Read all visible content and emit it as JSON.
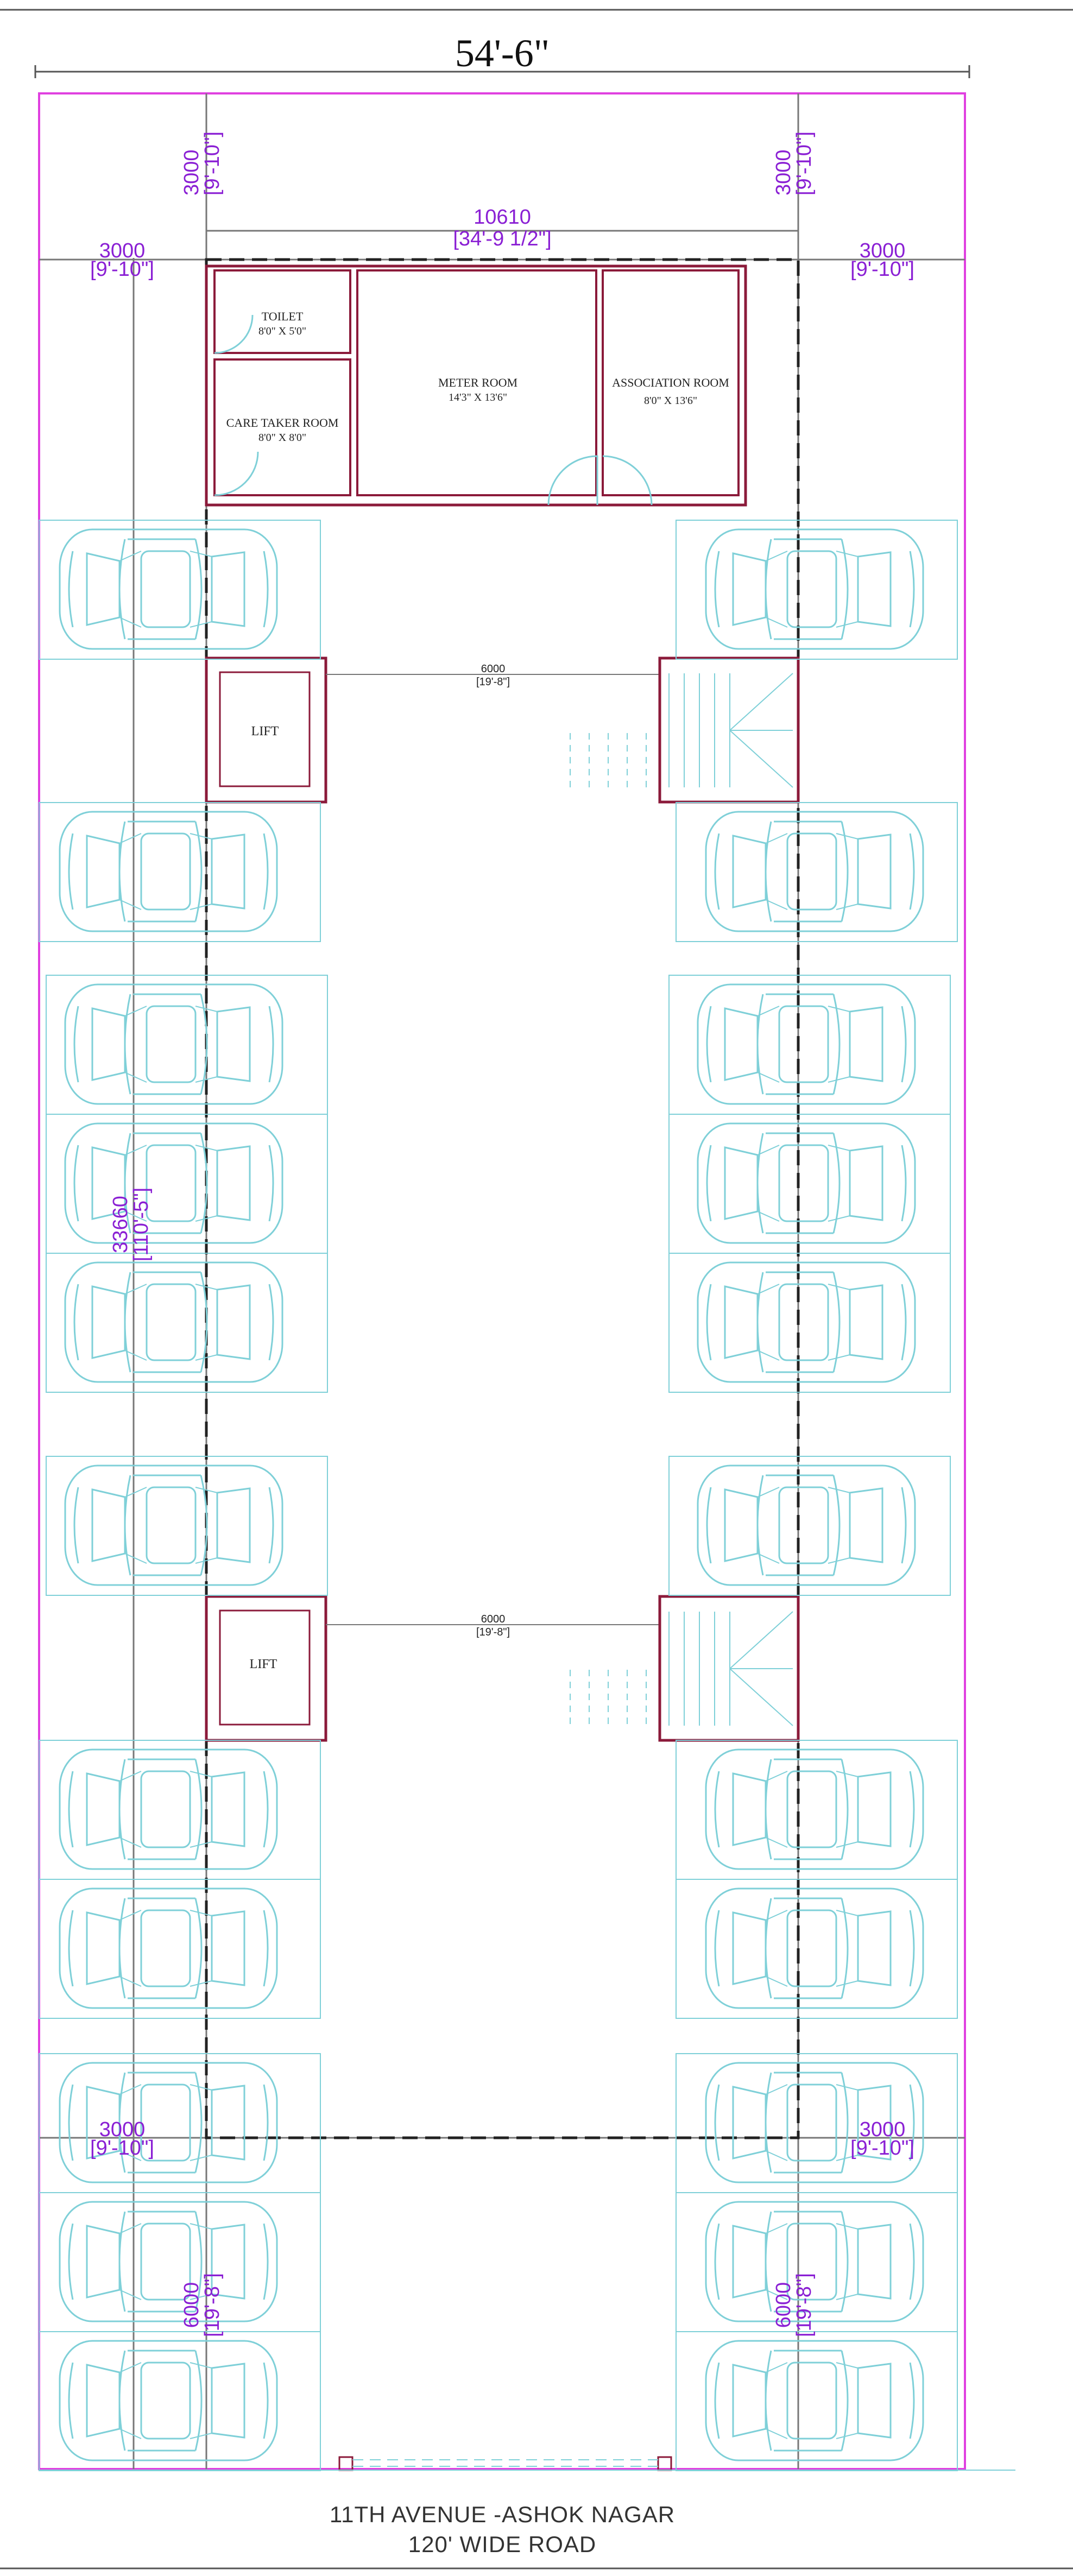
{
  "drawing": {
    "overall_width": "54'-6\"",
    "dims": {
      "top_left_setback": {
        "mm": "3000",
        "ft": "[9'-10\"]"
      },
      "top_right_setback": {
        "mm": "3000",
        "ft": "[9'-10\"]"
      },
      "building_width": {
        "mm": "10610",
        "ft": "[34'-9 1/2\"]"
      },
      "left_side": {
        "mm": "3000",
        "ft": "[9'-10\"]"
      },
      "right_side": {
        "mm": "3000",
        "ft": "[9'-10\"]"
      },
      "building_length": {
        "mm": "33660",
        "ft": "[110'-5\"]"
      },
      "lower_left_side": {
        "mm": "3000",
        "ft": "[9'-10\"]"
      },
      "lower_right_side": {
        "mm": "3000",
        "ft": "[9'-10\"]"
      },
      "front_left": {
        "mm": "6000",
        "ft": "[19'-8\"]"
      },
      "front_right": {
        "mm": "6000",
        "ft": "[19'-8\"]"
      },
      "driveway_1": {
        "mm": "6000",
        "ft": "[19'-8\"]"
      },
      "driveway_2": {
        "mm": "6000",
        "ft": "[19'-8\"]"
      }
    },
    "rooms": {
      "toilet": {
        "name": "TOILET",
        "size": "8'0\" X 5'0\""
      },
      "caretaker": {
        "name": "CARE TAKER ROOM",
        "size": "8'0\" X 8'0\""
      },
      "meter": {
        "name": "METER   ROOM",
        "size": "14'3\" X 13'6\""
      },
      "association": {
        "name": "ASSOCIATION  ROOM",
        "size": "8'0\" X 13'6\""
      },
      "lift_1": "LIFT",
      "lift_2": "LIFT"
    },
    "road": {
      "line1": "11TH AVENUE -ASHOK NAGAR",
      "line2": "120' WIDE ROAD"
    },
    "colors": {
      "plot_boundary": "#e040e0",
      "walls": "#8b1a3a",
      "cars": "#7fd0d8",
      "dimensions": "#8a1fd4",
      "grid": "#777777"
    }
  }
}
